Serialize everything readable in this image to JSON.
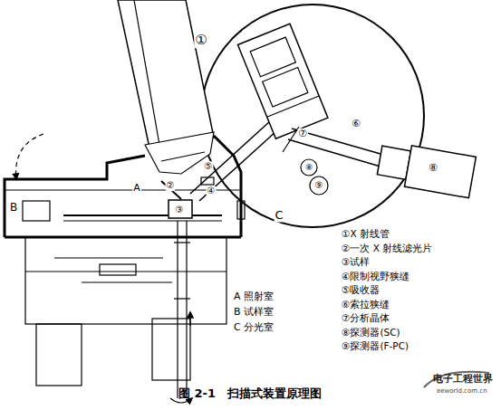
{
  "diagram": {
    "caption": "图 2-1　扫描式装置原理图",
    "labels": [
      "①",
      "A",
      "②",
      "⑤",
      "④",
      "③",
      "B",
      "C",
      "⑦",
      "⑥",
      "⑧",
      "⑨",
      "⑧",
      "①X 射线管",
      "②一次 X 射线滤光片",
      "③试样",
      "④限制视野狭缝",
      "⑤吸收器",
      "⑥索拉狭缝",
      "⑦分析晶体",
      "⑧探测器(SC)",
      "⑨探测器(F-PC)",
      "A 照射室",
      "B 试样室",
      "C 分光室",
      "电子工程世界",
      "eeworld.com.cn"
    ]
  }
}
